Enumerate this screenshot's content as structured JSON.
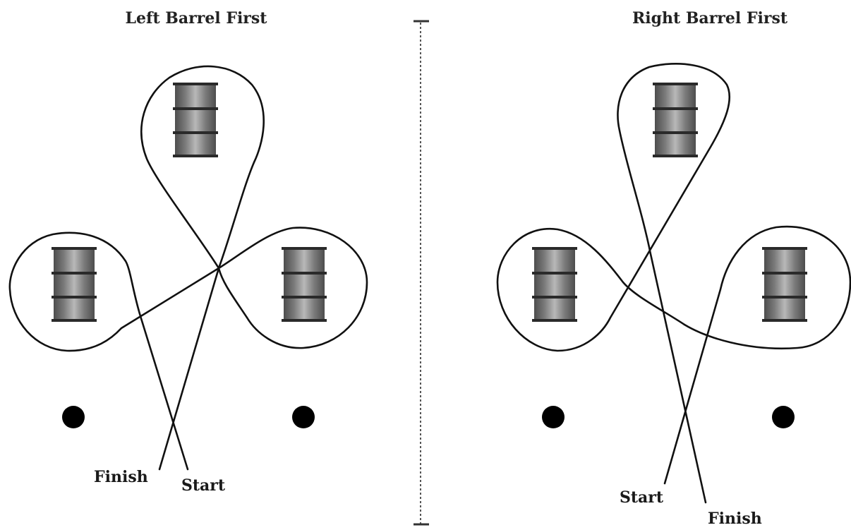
{
  "diagrams": [
    {
      "title": "Left Barrel First",
      "labels": {
        "start": "Start",
        "finish": "Finish"
      }
    },
    {
      "title": "Right Barrel First",
      "labels": {
        "start": "Start",
        "finish": "Finish"
      }
    }
  ],
  "colors": {
    "barrel_dark": "#4d4d4d",
    "barrel_light": "#b8b8b8",
    "barrel_band": "#2a2a2a",
    "path": "#111111",
    "marker": "#000000"
  }
}
